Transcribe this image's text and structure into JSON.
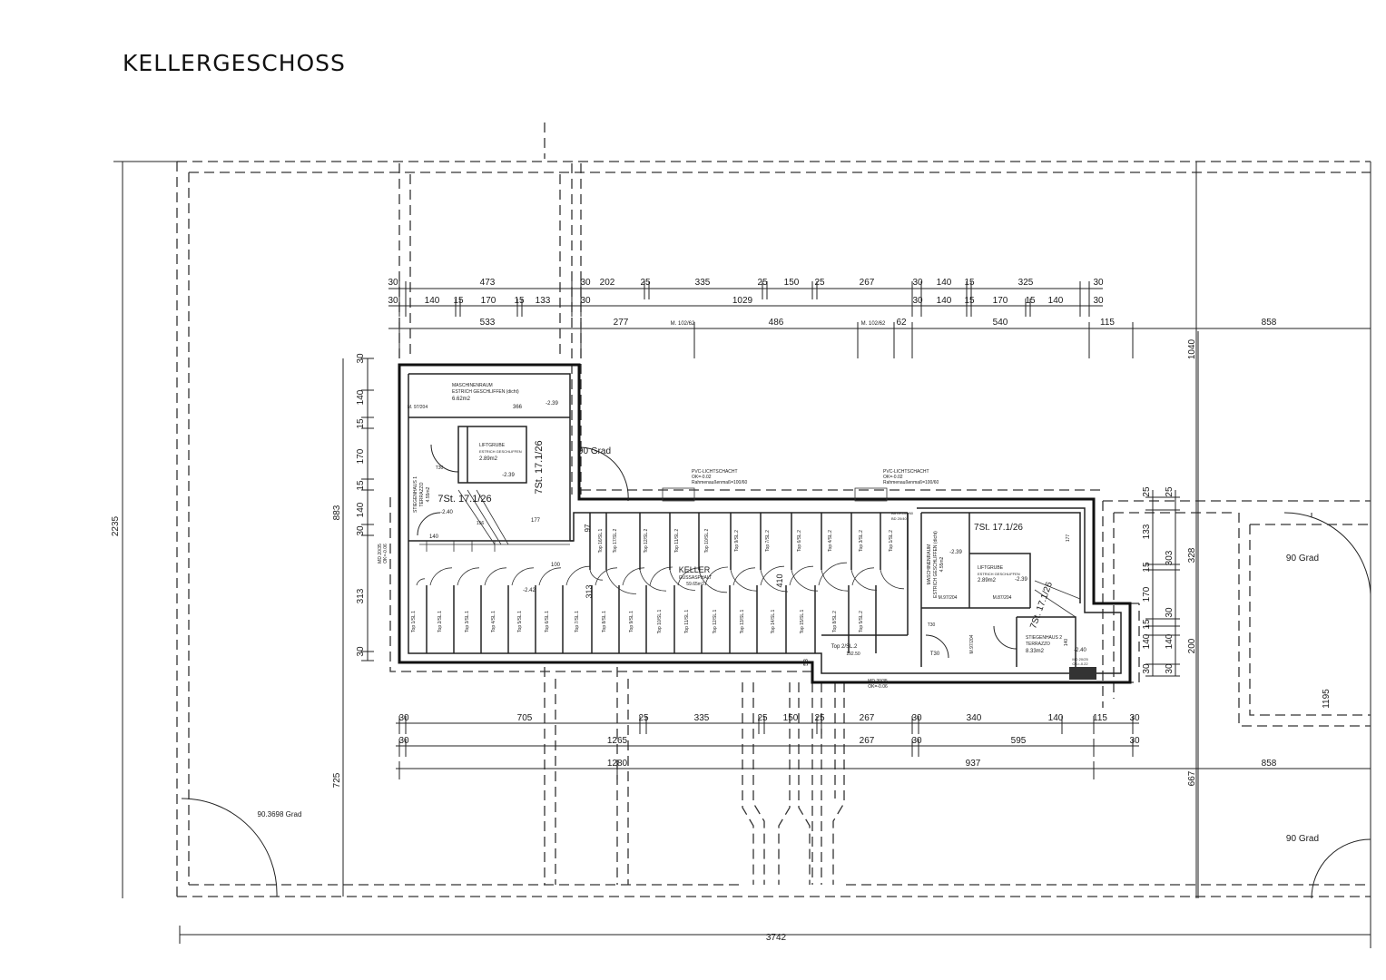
{
  "title": "KELLERGESCHOSS",
  "dimensions": {
    "top_row1": [
      "30",
      "473",
      "30",
      "202",
      "25",
      "335",
      "25",
      "150",
      "25",
      "267",
      "30",
      "140",
      "15",
      "325",
      "30"
    ],
    "top_row2": [
      "30",
      "140",
      "15",
      "170",
      "15",
      "133",
      "30",
      "1029",
      "30",
      "140",
      "15",
      "170",
      "15",
      "140",
      "30"
    ],
    "top_row3": [
      "533",
      "277",
      "M. 102/62",
      "486",
      "M. 102/62",
      "62",
      "540",
      "115",
      "858"
    ],
    "left_chain": [
      "30",
      "140",
      "15",
      "170",
      "15",
      "140",
      "30",
      "313",
      "30"
    ],
    "left_total": "883",
    "left_lower": "725",
    "overall_height": "2235",
    "right_chain1": [
      "25",
      "133",
      "15",
      "170",
      "15",
      "140",
      "30"
    ],
    "right_chain2": [
      "25",
      "303",
      "30",
      "140",
      "30"
    ],
    "right_chain3": [
      "1040",
      "328",
      "200",
      "667"
    ],
    "right_far": "1195",
    "bottom_row1": [
      "30",
      "705",
      "25",
      "335",
      "25",
      "150",
      "25",
      "267",
      "30",
      "340",
      "140",
      "115",
      "30"
    ],
    "bottom_row2": [
      "30",
      "1265",
      "267",
      "30",
      "595",
      "30"
    ],
    "bottom_row3": [
      "1280",
      "937",
      "858"
    ],
    "overall_width": "3742"
  },
  "angles": [
    "90 Grad",
    "90 Grad",
    "90 Grad",
    "90.3698 Grad"
  ],
  "rooms": {
    "maschinenraum1": {
      "name": "MASCHINENRAUM",
      "floor": "ESTRICH GESCHLIFFEN (dicht)",
      "area": "6.62m2",
      "level": "-2.39"
    },
    "liftgrube1": {
      "name": "LIFTGRUBE",
      "floor": "ESTRICH GESCHLIFFEN",
      "area": "2.89m2",
      "level": "-2.39"
    },
    "stiegenhaus1": {
      "name": "STIEGENHAUS 1",
      "floor": "TERRAZZO",
      "area": "4.55m2",
      "level": "-2.40"
    },
    "keller": {
      "name": "KELLER",
      "floor": "GUSSASPHALT",
      "area": "59.65m2",
      "level": "-2.42"
    },
    "maschinenraum2": {
      "name": "MASCHINENRAUM",
      "floor": "ESTRICH GESCHLIFFEN (dicht)",
      "area": "4.55m2",
      "level": "-2.39"
    },
    "liftgrube2": {
      "name": "LIFTGRUBE",
      "floor": "ESTRICH GESCHLIFFEN",
      "area": "2.89m2",
      "level": "-2.39"
    },
    "stiegenhaus2": {
      "name": "STIEGENHAUS 2",
      "floor": "TERRAZZO",
      "area": "8.33m2",
      "level": "-2.40"
    },
    "top2": {
      "name": "Top 2/SL.2",
      "value": "192.50"
    }
  },
  "stairs": [
    "7St. 17.1/26",
    "7St. 17.1/26",
    "7St. 17.1/26",
    "7St. 17.1/26"
  ],
  "lightwells": [
    {
      "name": "PVC-LICHTSCHACHT",
      "ok": "OK=-0.02",
      "frame": "Rahmenaußenmaß=100/60"
    },
    {
      "name": "PVC-LICHTSCHACHT",
      "ok": "OK=-0.02",
      "frame": "Rahmenaußenmaß=100/60"
    }
  ],
  "storage": {
    "lower": [
      "Top 1/SL.1",
      "Top 2/SL.1",
      "Top 3/SL.1",
      "Top 4/SL.1",
      "Top 5/SL.1",
      "Top 6/SL.1",
      "Top 7/SL.1",
      "Top 8/SL.1",
      "Top 9/SL.1",
      "Top 10/SL.1",
      "Top 11/SL.1",
      "Top 12/SL.1",
      "Top 13/SL.1",
      "Top 14/SL.1",
      "Top 15/SL.1",
      "Top 8/SL.2",
      "Top 5/SL.2"
    ],
    "upper": [
      "Top 16/SL.1",
      "Top 17/SL.2",
      "Top 12/SL.2",
      "Top 11/SL.2",
      "Top 10/SL.2",
      "Top 9/SL.2",
      "Top 7/SL.2",
      "Top 6/SL.2",
      "Top 4/SL.2",
      "Top 3/SL.2",
      "Top 1/SL.2"
    ]
  },
  "annotations": {
    "door1": "M. 97/204",
    "dim366": "366",
    "dim140": "140",
    "dim156": "156",
    "dim177": "177",
    "dim97": "97",
    "dim100": "100",
    "dim313": "313",
    "dim410": "410",
    "md_left": "MD 20/35",
    "md_left_ok": "OK=-0.06",
    "md_mid": "MD 20/35",
    "md_mid_ok": "OK=-0.06",
    "ba": "BA DK100/60",
    "bd": "BD 20/40",
    "door2": "M.97/204",
    "door3": "M.87/204",
    "door4": "M.97/204",
    "t30a": "T30",
    "t30b": "T30",
    "t30c": "T30",
    "dim177b": "177",
    "dim140b": "140",
    "dim58": "58",
    "md_right": "MD 20/25",
    "md_right_ok": "OK=-0.22"
  }
}
